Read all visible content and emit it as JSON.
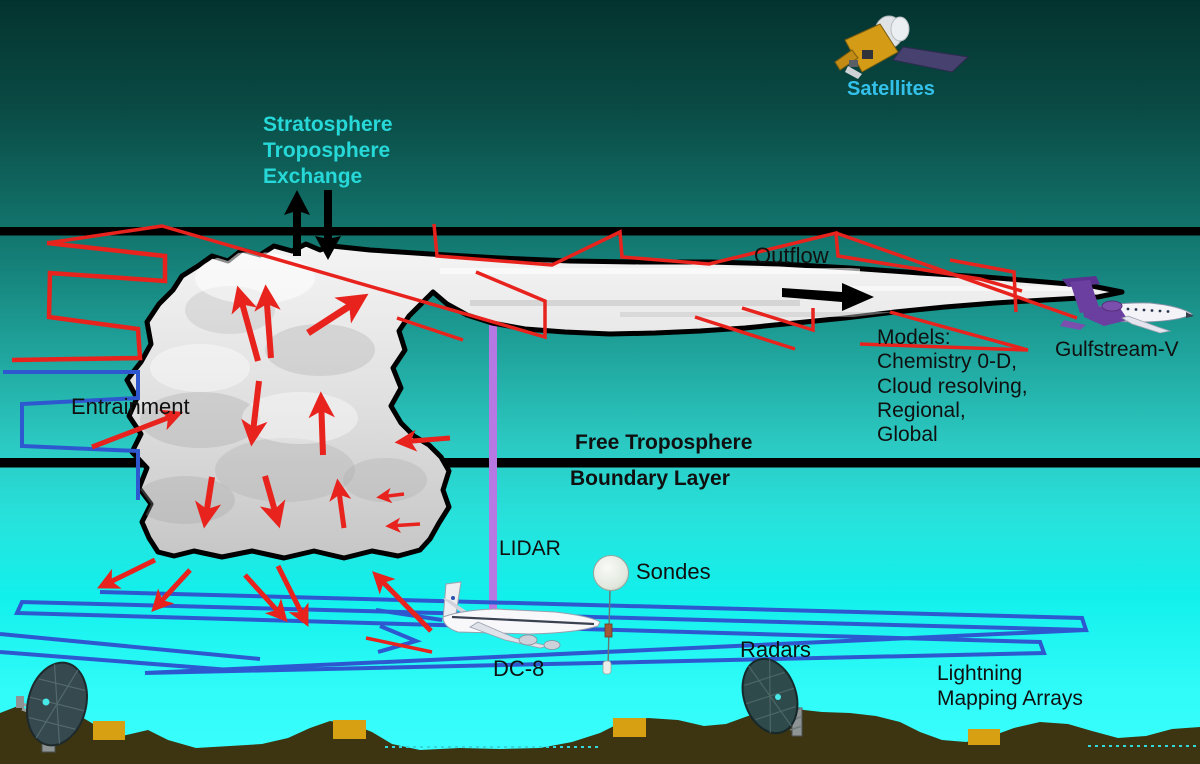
{
  "labels": {
    "satellites": "Satellites",
    "ste": [
      "Stratosphere",
      "Troposphere",
      "Exchange"
    ],
    "outflow": "Outflow",
    "models": [
      "Models:",
      "Chemistry 0-D,",
      "Cloud resolving,",
      "Regional,",
      "Global"
    ],
    "gulfstream": "Gulfstream-V",
    "entrainment": "Entrainment",
    "free_troposphere": "Free Troposphere",
    "boundary_layer": "Boundary Layer",
    "lidar": "LIDAR",
    "sondes": "Sondes",
    "dc8": "DC-8",
    "radars": "Radars",
    "lightning": [
      "Lightning",
      "Mapping Arrays"
    ]
  },
  "colors": {
    "background_top": "#04332f",
    "background_bottom": "#3bffff",
    "track_red": "#e8231d",
    "track_blue": "#2e58d0",
    "lidar_beam": "#b678e2",
    "label_cyan": "#27d8d8",
    "satellites_label_blue": "#33c1ea",
    "ground_olive": "#3d3411",
    "station_yellow": "#d7a012",
    "atmosphere_line_black": "#000000"
  }
}
